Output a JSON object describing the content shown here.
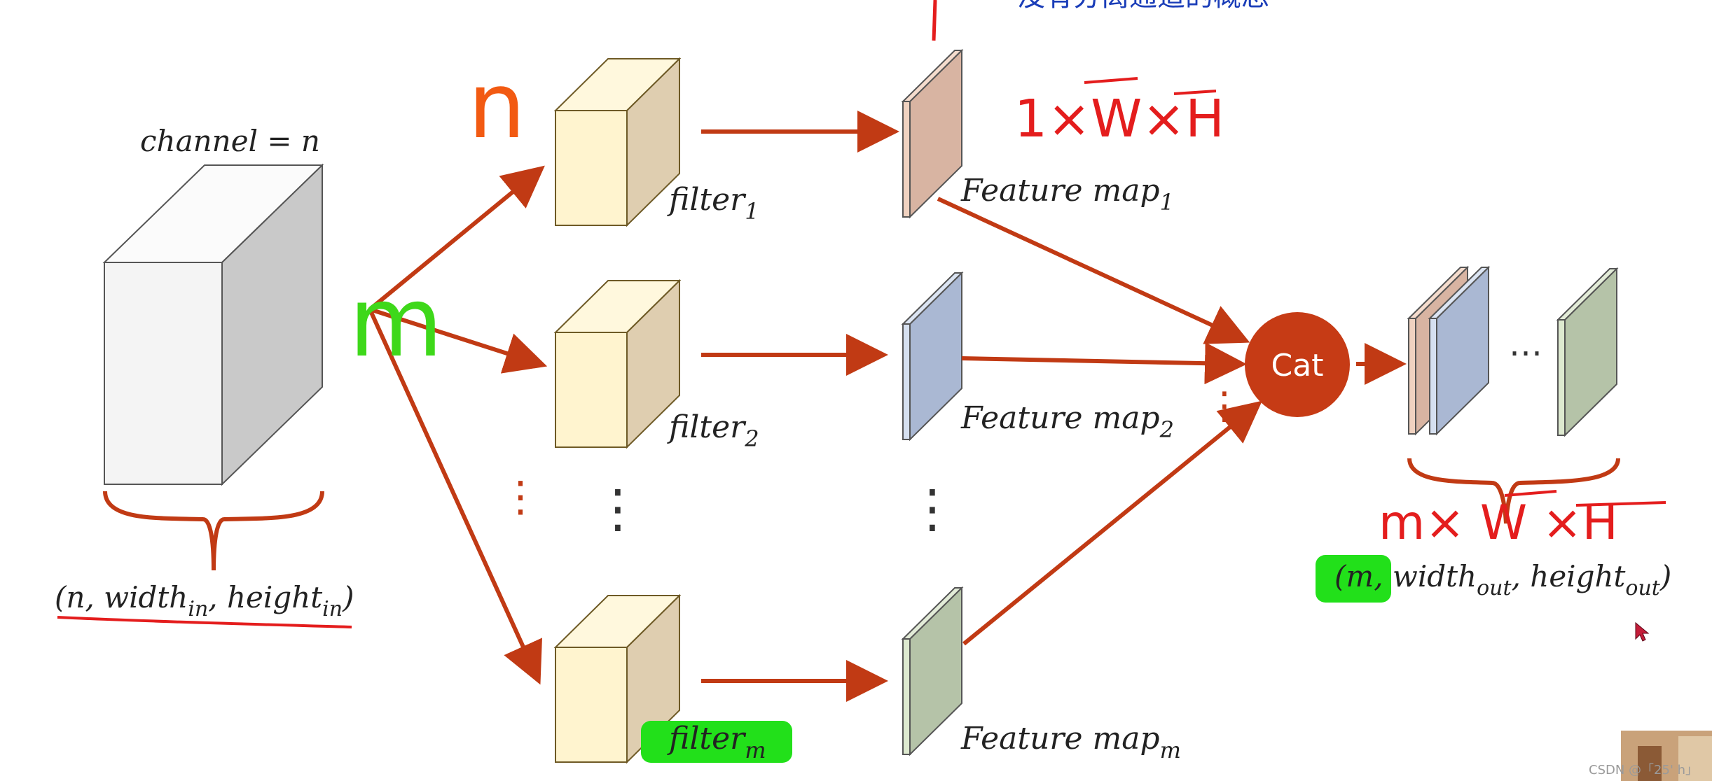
{
  "colors": {
    "arrow": "#c13a14",
    "cat": "#c63b15",
    "cube_front": "#fff4cf",
    "cube_top": "#fff8dd",
    "cube_side": "#dfceb0",
    "cube_stroke": "#6e5a26",
    "input_front": "#f4f4f4",
    "input_top": "#fbfbfb",
    "input_side": "#c9c9c9",
    "map1": "#d8b4a2",
    "map2": "#aab8d3",
    "mapm": "#b5c3a8",
    "annot_red": "#e41d1d",
    "annot_orange": "#f25a12",
    "annot_green": "#3ed81a",
    "highlight": "#22e01a",
    "annot_blue": "#1a3db8"
  },
  "input": {
    "channel_label": "channel = n",
    "dims_open": "(",
    "dims_n": "n",
    "dims_w": ", width",
    "dims_w_sub": "in",
    "dims_h": ", height",
    "dims_h_sub": "in",
    "dims_close": ")"
  },
  "filters": [
    {
      "base": "filter",
      "sub": "1"
    },
    {
      "base": "filter",
      "sub": "2"
    },
    {
      "base": "filter",
      "sub": "m"
    }
  ],
  "feature_maps": [
    {
      "base": "Feature map",
      "sub": "1"
    },
    {
      "base": "Feature map",
      "sub": "2"
    },
    {
      "base": "Feature map",
      "sub": "m"
    }
  ],
  "vdots": "⋮",
  "hdots": "⋯",
  "cat_label": "Cat",
  "output": {
    "open": "(m, width",
    "w_sub": "out",
    "h": ", height",
    "h_sub": "out",
    "close": ")"
  },
  "annotations": {
    "n_mark": "n",
    "m_mark": "m",
    "one_w_h": "1×W×H",
    "m_w_h": "m× W ×H",
    "top_blue": "没有分离通道的概念"
  },
  "watermark": "CSDN @「25' h」"
}
